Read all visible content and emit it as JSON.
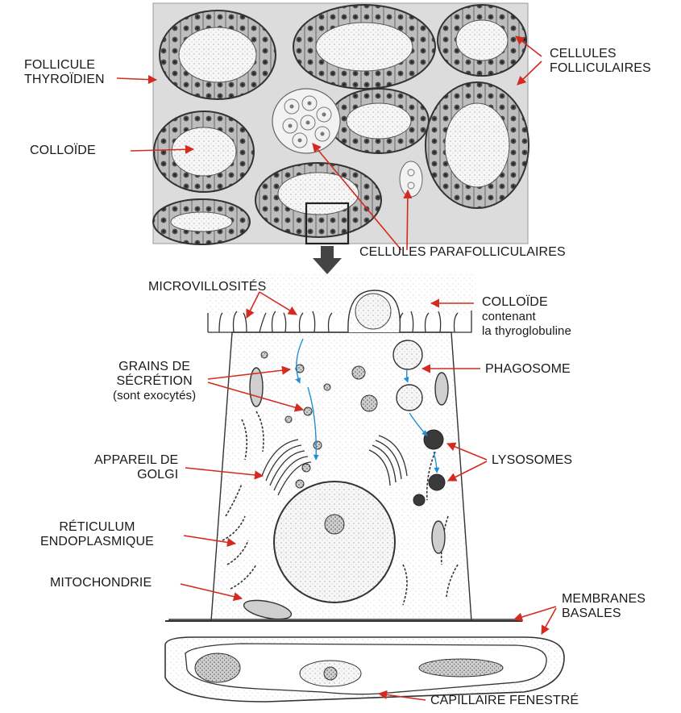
{
  "diagram": {
    "accent_arrow_color": "#d42a1f",
    "transport_arrow_color": "#1f8fd6",
    "icons": [
      "zoom-down-arrow-icon"
    ],
    "labels": {
      "follicule": [
        "FOLLICULE",
        "THYROÏDIEN"
      ],
      "colloide_top": "COLLOÏDE",
      "cellules_folliculaires": [
        "CELLULES",
        "FOLLICULAIRES"
      ],
      "cellules_parafolliculaires": "CELLULES PARAFOLLICULAIRES",
      "microvillosites": "MICROVILLOSITÉS",
      "colloide_bottom": [
        "COLLOÏDE",
        "contenant",
        "la thyroglobuline"
      ],
      "grains": [
        "GRAINS DE",
        "SÉCRÉTION",
        "(sont exocytés)"
      ],
      "phagosome": "PHAGOSOME",
      "appareil": [
        "APPAREIL DE",
        "GOLGI"
      ],
      "lysosomes": "LYSOSOMES",
      "reticulum": [
        "RÉTICULUM",
        "ENDOPLASMIQUE"
      ],
      "mitochondrie": "MITOCHONDRIE",
      "membranes": [
        "MEMBRANES",
        "BASALES"
      ],
      "capillaire": "CAPILLAIRE FENESTRÉ"
    }
  }
}
